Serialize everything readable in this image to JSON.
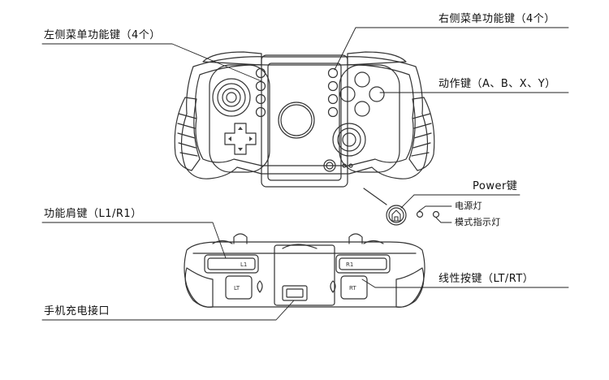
{
  "labels": {
    "left_menu": "左侧菜单功能键（4个）",
    "right_menu": "右侧菜单功能键（4个）",
    "action": "动作键（A、B、X、Y）",
    "power": "Power键",
    "power_light": "电源灯",
    "mode_light": "模式指示灯",
    "shoulder": "功能肩键（L1/R1）",
    "trigger": "线性按键（LT/RT）",
    "charge_port": "手机充电接口"
  },
  "button_marks": {
    "l1": "L1",
    "r1": "R1",
    "lt": "LT",
    "rt": "RT"
  }
}
